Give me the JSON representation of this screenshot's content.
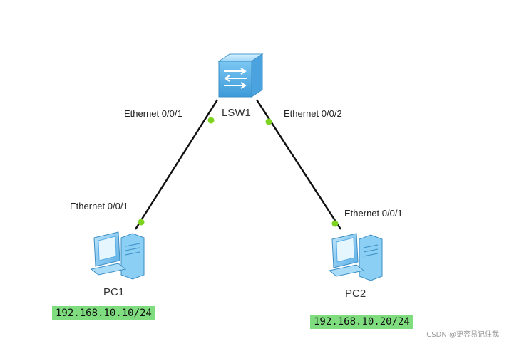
{
  "switch": {
    "name": "LSW1"
  },
  "links": [
    {
      "from_port": "Ethernet 0/0/1",
      "to_device": "PC1",
      "to_port": "Ethernet 0/0/1"
    },
    {
      "from_port": "Ethernet 0/0/2",
      "to_device": "PC2",
      "to_port": "Ethernet 0/0/1"
    }
  ],
  "pcs": [
    {
      "name": "PC1",
      "ip": "192.168.10.10/24"
    },
    {
      "name": "PC2",
      "ip": "192.168.10.20/24"
    }
  ],
  "watermark": "CSDN @更容易记住我",
  "colors": {
    "link": "#111111",
    "port_dot": "#7ed321",
    "ip_highlight": "#7fdc7f",
    "device": "#63b9ee"
  },
  "icons": {
    "switch": "switch-icon",
    "pc": "pc-icon"
  }
}
